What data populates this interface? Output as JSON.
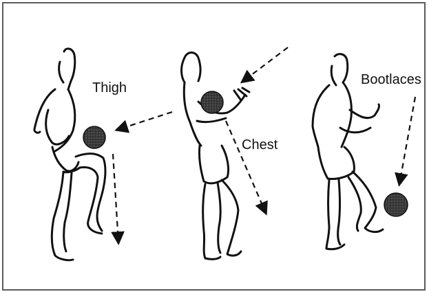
{
  "labels": {
    "thigh": "Thigh",
    "chest": "Chest",
    "bootlaces": "Bootlaces"
  },
  "colors": {
    "ink": "#111111",
    "ball": "#2b2b2b",
    "frame": "#5a5a5a",
    "background": "#ffffff"
  }
}
